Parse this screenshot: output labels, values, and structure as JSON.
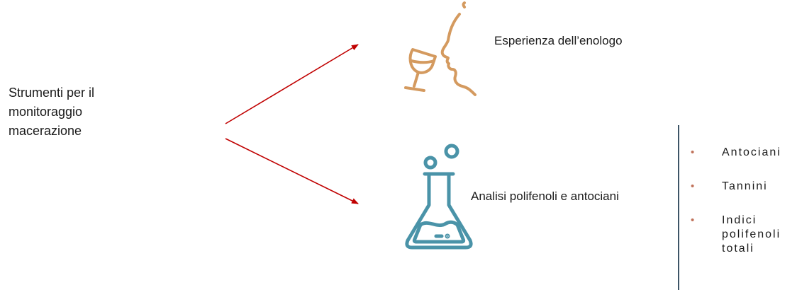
{
  "root": {
    "lines": [
      "Strumenti per il",
      "monitoraggio",
      "macerazione"
    ]
  },
  "branches": [
    {
      "label": "Esperienza dell’enologo",
      "icon": "wine-tasting-icon"
    },
    {
      "label": "Analisi polifenoli e antociani",
      "icon": "laboratory-flask-icon"
    }
  ],
  "bullets": [
    {
      "lines": [
        "Antociani"
      ]
    },
    {
      "lines": [
        "Tannini"
      ]
    },
    {
      "lines": [
        "Indici",
        "polifenoli",
        "totali"
      ]
    }
  ],
  "colors": {
    "arrow": "#c00000",
    "wine_icon": "#d49a5f",
    "flask_icon": "#4a93a8",
    "divider": "#3d5466",
    "bullet": "#c0725a"
  }
}
